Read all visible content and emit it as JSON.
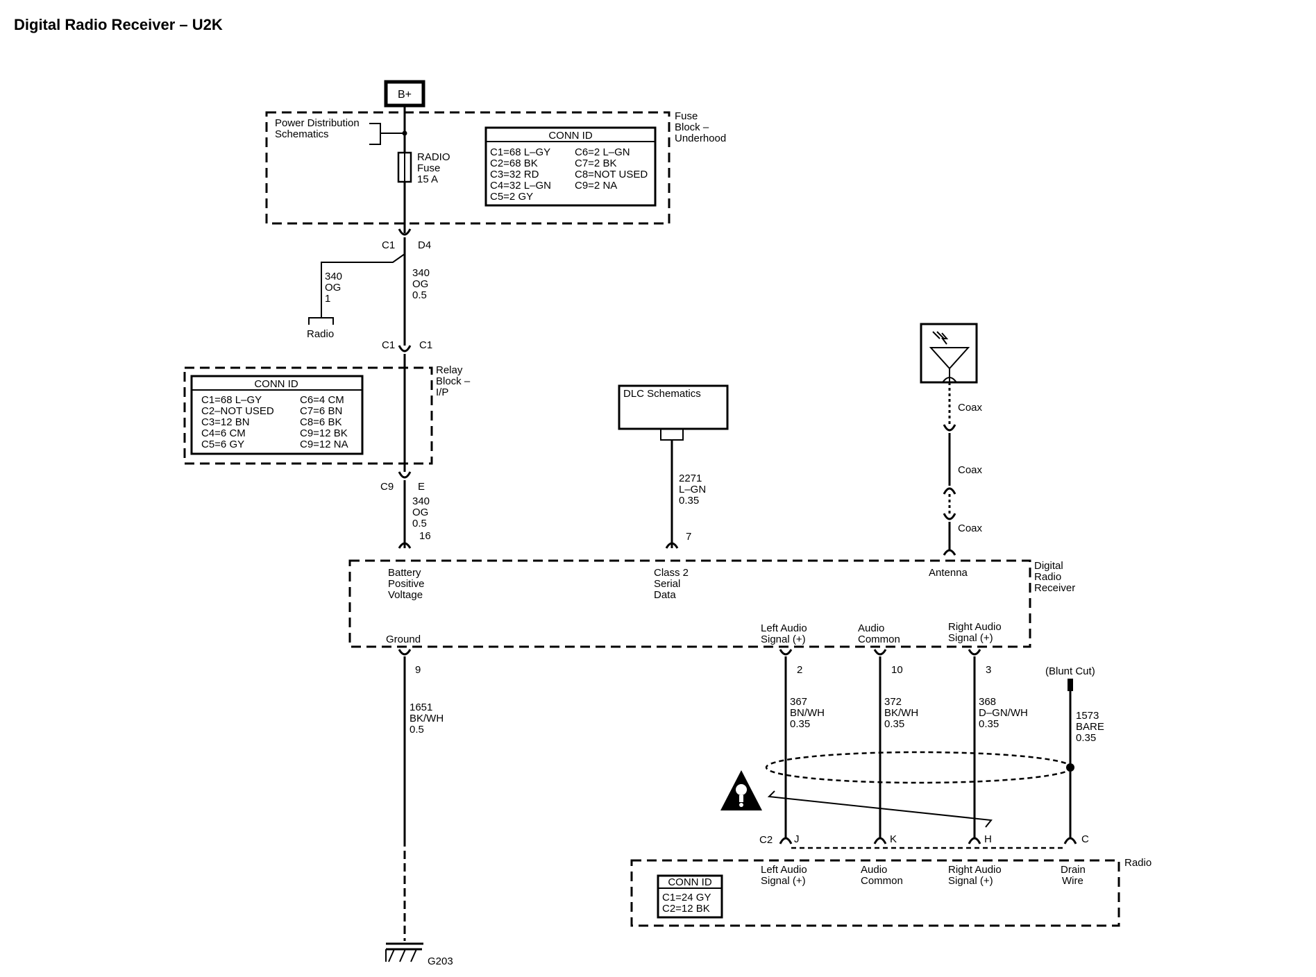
{
  "title": "Digital Radio Receiver – U2K",
  "power_source": "B+",
  "fuse_block": {
    "name_lines": [
      "Fuse",
      "Block –",
      "Underhood"
    ],
    "pds_lines": [
      "Power Distribution",
      "Schematics"
    ],
    "fuse_lines": [
      "RADIO",
      "Fuse",
      "15 A"
    ],
    "conn_id": {
      "header": "CONN ID",
      "col1": [
        "C1=68 L–GY",
        "C2=68 BK",
        "C3=32 RD",
        "C4=32 L–GN",
        "C5=2 GY"
      ],
      "col2": [
        "C6=2 L–GN",
        "C7=2 BK",
        "C8=NOT USED",
        "C9=2 NA"
      ]
    },
    "conn_left": "C1",
    "conn_right": "D4"
  },
  "radio_branch": {
    "wire_lines": [
      "340",
      "OG",
      "1"
    ],
    "dest": "Radio"
  },
  "wire_340_main": [
    "340",
    "OG",
    "0.5"
  ],
  "relay_block": {
    "conn_top_left": "C1",
    "conn_top_right": "C1",
    "name_lines": [
      "Relay",
      "Block –",
      "I/P"
    ],
    "conn_id": {
      "header": "CONN ID",
      "col1": [
        "C1=68 L–GY",
        "C2–NOT USED",
        "C3=12 BN",
        "C4=6 CM",
        "C5=6 GY"
      ],
      "col2": [
        "C6=4 CM",
        "C7=6 BN",
        "C8=6 BK",
        "C9=12 BK",
        "C9=12 NA"
      ]
    },
    "conn_bottom_left": "C9",
    "conn_bottom_right": "E"
  },
  "wire_340_lower": [
    "340",
    "OG",
    "0.5"
  ],
  "pin_battery": "16",
  "dlc": {
    "label": "DLC Schematics",
    "wire_lines": [
      "2271",
      "L–GN",
      "0.35"
    ],
    "pin": "7"
  },
  "antenna": {
    "coax_labels": [
      "Coax",
      "Coax",
      "Coax"
    ]
  },
  "receiver": {
    "name_lines": [
      "Digital",
      "Radio",
      "Receiver"
    ],
    "battery_lines": [
      "Battery",
      "Positive",
      "Voltage"
    ],
    "class2_lines": [
      "Class 2",
      "Serial",
      "Data"
    ],
    "antenna": "Antenna",
    "ground": "Ground",
    "left_audio_lines": [
      "Left Audio",
      "Signal (+)"
    ],
    "audio_common_lines": [
      "Audio",
      "Common"
    ],
    "right_audio_lines": [
      "Right Audio",
      "Signal (+)"
    ]
  },
  "ground_wire": {
    "pin": "9",
    "wire_lines": [
      "1651",
      "BK/WH",
      "0.5"
    ],
    "ground_id": "G203"
  },
  "audio_wires": [
    {
      "pin": "2",
      "wire_lines": [
        "367",
        "BN/WH",
        "0.35"
      ],
      "radio_pin": "J"
    },
    {
      "pin": "10",
      "wire_lines": [
        "372",
        "BK/WH",
        "0.35"
      ],
      "radio_pin": "K"
    },
    {
      "pin": "3",
      "wire_lines": [
        "368",
        "D–GN/WH",
        "0.35"
      ],
      "radio_pin": "H"
    }
  ],
  "drain": {
    "blunt_cut": "(Blunt Cut)",
    "wire_lines": [
      "1573",
      "BARE",
      "0.35"
    ],
    "radio_pin": "C"
  },
  "radio": {
    "conn": "C2",
    "name": "Radio",
    "left_audio_lines": [
      "Left Audio",
      "Signal (+)"
    ],
    "audio_common_lines": [
      "Audio",
      "Common"
    ],
    "right_audio_lines": [
      "Right Audio",
      "Signal (+)"
    ],
    "drain_lines": [
      "Drain",
      "Wire"
    ],
    "conn_id": {
      "header": "CONN ID",
      "lines": [
        "C1=24 GY",
        "C2=12 BK"
      ]
    }
  }
}
